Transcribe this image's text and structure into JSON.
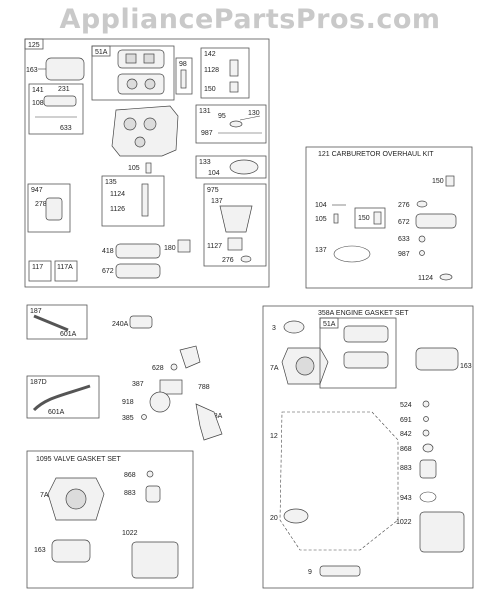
{
  "watermark": "AppliancePartsPros.com",
  "groups": {
    "g125": "125",
    "g121": "121 CARBURETOR OVERHAUL KIT",
    "g358A": "358A ENGINE GASKET SET",
    "g1095": "1095 VALVE GASKET SET",
    "g187": "187",
    "g187D": "187D",
    "g51A": "51A",
    "g51A_b": "51A",
    "g141": "141",
    "g142": "142",
    "g98": "98",
    "g131": "131",
    "g133": "133",
    "g135": "135",
    "g947": "947",
    "g975": "975",
    "g117": "117",
    "g117A": "117A"
  },
  "labels": {
    "p163a": "163",
    "p108": "108",
    "p231": "231",
    "p633a": "633",
    "p1128": "1128",
    "p150a": "150",
    "p95": "95",
    "p130": "130",
    "p987a": "987",
    "p105a": "105",
    "p104a": "104",
    "p1124a": "1124",
    "p1126": "1126",
    "p278a": "278",
    "p137a": "137",
    "p418": "418",
    "p672a": "672",
    "p180": "180",
    "p1127": "1127",
    "p276a": "276",
    "p150b": "150",
    "p104b": "104",
    "p105b": "105",
    "p150c": "150",
    "p276b": "276",
    "p672b": "672",
    "p633b": "633",
    "p987b": "987",
    "p137b": "137",
    "p1124b": "1124",
    "p601A_a": "601A",
    "p240A": "240A",
    "p628": "628",
    "p387": "387",
    "p788": "788",
    "p918": "918",
    "p385": "385",
    "p788A": "788A",
    "p601A_b": "601A",
    "p3": "3",
    "p7A_a": "7A",
    "p163b": "163",
    "p12": "12",
    "p524": "524",
    "p691": "691",
    "p842": "842",
    "p868a": "868",
    "p883a": "883",
    "p943": "943",
    "p20": "20",
    "p1022a": "1022",
    "p9": "9",
    "p868b": "868",
    "p7A_b": "7A",
    "p883b": "883",
    "p163c": "163",
    "p1022b": "1022"
  }
}
